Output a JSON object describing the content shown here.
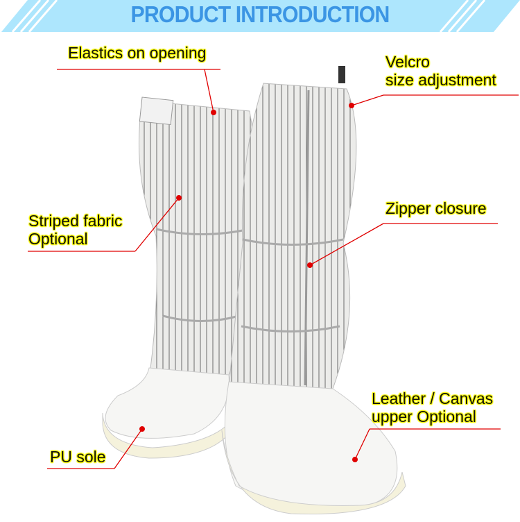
{
  "header": {
    "title": "PRODUCT INTRODUCTION"
  },
  "labels": {
    "elastics": "Elastics on opening",
    "velcro_line1": "Velcro",
    "velcro_line2": "size adjustment",
    "fabric_line1": "Striped fabric",
    "fabric_line2": "Optional",
    "zipper": "Zipper closure",
    "upper_line1": "Leather / Canvas",
    "upper_line2": "upper Optional",
    "sole": "PU sole"
  },
  "colors": {
    "banner": "#ade6fd",
    "title": "#3b95e4",
    "leader": "#e00000",
    "highlight": "#ffff00"
  }
}
